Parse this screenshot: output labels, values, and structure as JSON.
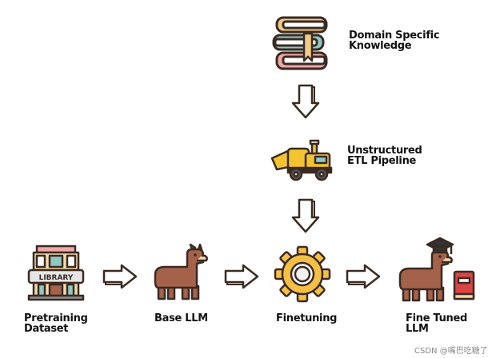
{
  "nodes": {
    "domain_knowledge": {
      "line1": "Domain Specific",
      "line2": "Knowledge",
      "icon": "books-icon"
    },
    "etl_pipeline": {
      "line1": "Unstructured",
      "line2": "ETL Pipeline",
      "icon": "wood-chipper-truck-icon"
    },
    "pretraining_dataset": {
      "line1": "Pretraining",
      "line2": "Dataset",
      "icon": "library-building-icon",
      "sign": "LIBRARY"
    },
    "base_llm": {
      "line1": "Base LLM",
      "icon": "llama-icon"
    },
    "finetuning": {
      "line1": "Finetuning",
      "icon": "gear-icon"
    },
    "fine_tuned_llm": {
      "line1": "Fine Tuned",
      "line2": "LLM",
      "icon": "graduate-llama-with-book-icon"
    }
  },
  "edges": [
    {
      "from": "domain_knowledge",
      "to": "etl_pipeline",
      "direction": "down"
    },
    {
      "from": "etl_pipeline",
      "to": "finetuning",
      "direction": "down"
    },
    {
      "from": "pretraining_dataset",
      "to": "base_llm",
      "direction": "right"
    },
    {
      "from": "base_llm",
      "to": "finetuning",
      "direction": "right"
    },
    {
      "from": "finetuning",
      "to": "fine_tuned_llm",
      "direction": "right"
    }
  ],
  "colors": {
    "outline": "#3a2a22",
    "book_teal": "#8fc9c4",
    "book_pink": "#f2a6a6",
    "book_tan": "#f0c98a",
    "gear_yellow": "#f6c046",
    "llama_brown": "#a5624b",
    "truck_yellow": "#f4c430",
    "book_red": "#d94444"
  },
  "watermark": "CSDN @嘴巴吃糖了"
}
